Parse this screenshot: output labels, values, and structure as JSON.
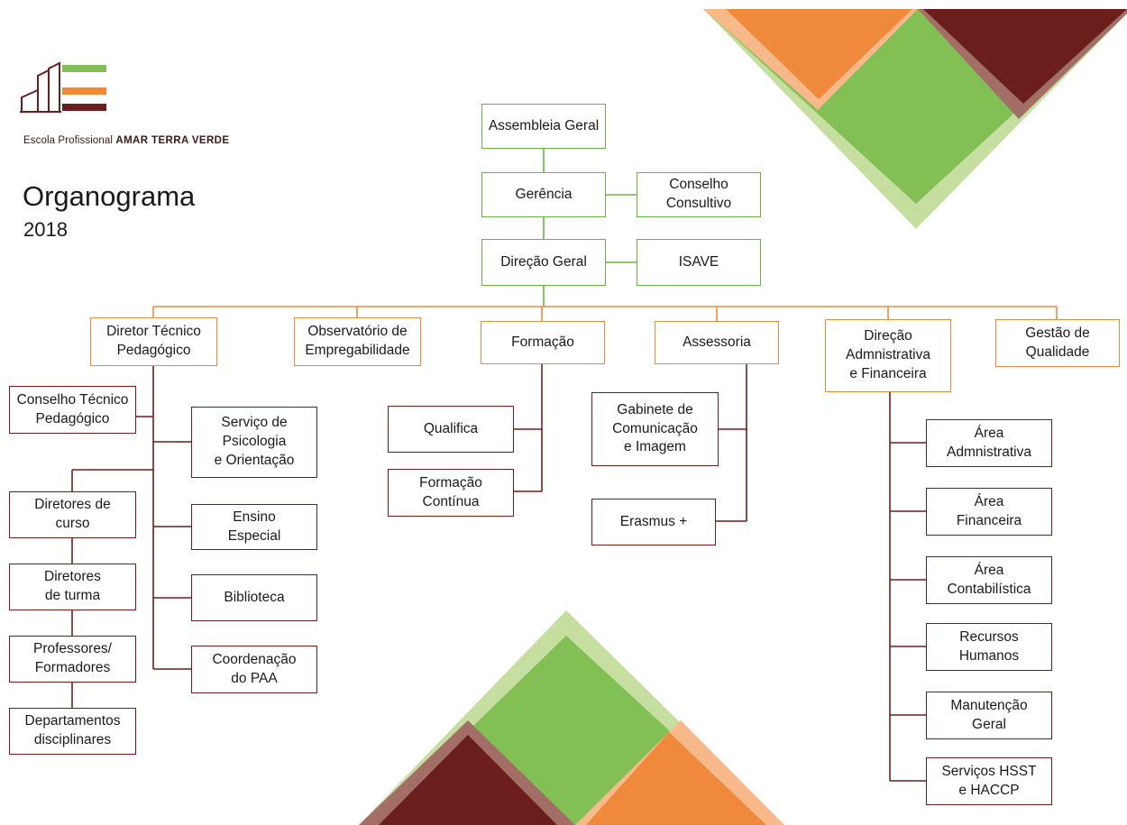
{
  "header": {
    "school_prefix": "Escola Profissional",
    "school_name": "AMAR TERRA VERDE",
    "title": "Organograma",
    "year": "2018"
  },
  "colors": {
    "green": "#6fb24a",
    "light_green": "#c6dfa1",
    "orange": "#ef8a3c",
    "light_orange": "#f7b98a",
    "maroon": "#6a1f1d",
    "light_maroon": "#a26e66"
  },
  "icons": {
    "logo": "school-logo-icon"
  },
  "nodes": {
    "assembleia": "Assembleia Geral",
    "gerencia": "Gerência",
    "conselho_consultivo": "Conselho\nConsultivo",
    "direcao_geral": "Direção Geral",
    "isave": "ISAVE",
    "diretor_tecnico": "Diretor Técnico\nPedagógico",
    "observatorio": "Observatório de\nEmpregabilidade",
    "formacao": "Formação",
    "assessoria": "Assessoria",
    "direcao_admin": "Direção\nAdmnistrativa\ne Financeira",
    "gestao_qualidade": "Gestão de\nQualidade",
    "conselho_tecnico": "Conselho Técnico\nPedagógico",
    "servico_psicologia": "Serviço de\nPsicologia\ne Orientação",
    "diretores_curso": "Diretores de\ncurso",
    "ensino_especial": "Ensino\nEspecial",
    "diretores_turma": "Diretores\nde turma",
    "biblioteca": "Biblioteca",
    "professores": "Professores/\nFormadores",
    "coordenacao_paa": "Coordenação\ndo PAA",
    "departamentos": "Departamentos\ndisciplinares",
    "qualifica": "Qualifica",
    "formacao_continua": "Formação\nContínua",
    "gabinete": "Gabinete de\nComunicação\ne Imagem",
    "erasmus": "Erasmus +",
    "area_admin": "Área\nAdmnistrativa",
    "area_financeira": "Área\nFinanceira",
    "area_contabilistica": "Área\nContabilística",
    "recursos_humanos": "Recursos\nHumanos",
    "manutencao": "Manutenção\nGeral",
    "servicos_hsst": "Serviços HSST\ne HACCP"
  }
}
